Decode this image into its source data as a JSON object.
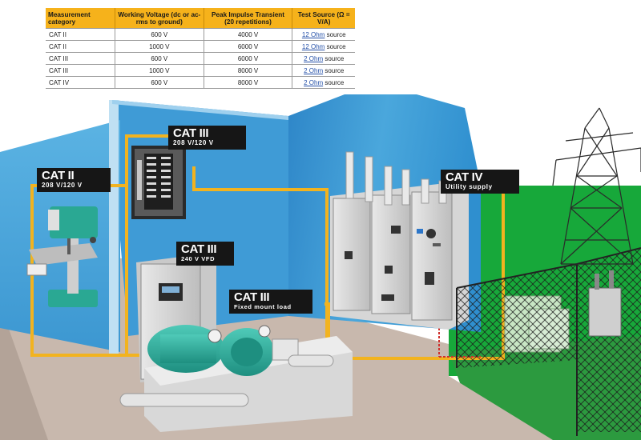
{
  "table": {
    "headers": {
      "category": "Measurement category",
      "voltage": "Working Voltage (dc or ac-rms to ground)",
      "impulse": "Peak Impulse Transient (20 repetitions)",
      "source": "Test Source (Ω = V/A)"
    },
    "rows": [
      {
        "category": "CAT II",
        "voltage": "600 V",
        "impulse": "4000 V",
        "source_ohm": "12 Ohm",
        "source_suffix": " source"
      },
      {
        "category": "CAT II",
        "voltage": "1000 V",
        "impulse": "6000 V",
        "source_ohm": "12 Ohm",
        "source_suffix": " source"
      },
      {
        "category": "CAT III",
        "voltage": "600 V",
        "impulse": "6000 V",
        "source_ohm": "2 Ohm",
        "source_suffix": " source"
      },
      {
        "category": "CAT III",
        "voltage": "1000 V",
        "impulse": "8000 V",
        "source_ohm": "2 Ohm",
        "source_suffix": " source"
      },
      {
        "category": "CAT IV",
        "voltage": "600 V",
        "impulse": "8000 V",
        "source_ohm": "2 Ohm",
        "source_suffix": " source"
      }
    ]
  },
  "labels": {
    "cat2": {
      "name": "CAT II",
      "sub": "208 V/120 V"
    },
    "cat3_panel": {
      "name": "CAT III",
      "sub": "208 V/120 V"
    },
    "cat3_vfd": {
      "name": "CAT III",
      "sub": "240 V VFD"
    },
    "cat3_load": {
      "name": "CAT III",
      "sub": "Fixed mount load"
    },
    "cat4": {
      "name": "CAT IV",
      "sub": "Utility supply"
    }
  },
  "colors": {
    "table_header": "#f6b21b",
    "zone_outline": "#f2b31f",
    "wall_blue": "#3d9fd6",
    "outdoor_green": "#17a83a",
    "floor": "#c8b8ad",
    "equipment_teal": "#2bb0a0",
    "label_bg": "#161616"
  }
}
